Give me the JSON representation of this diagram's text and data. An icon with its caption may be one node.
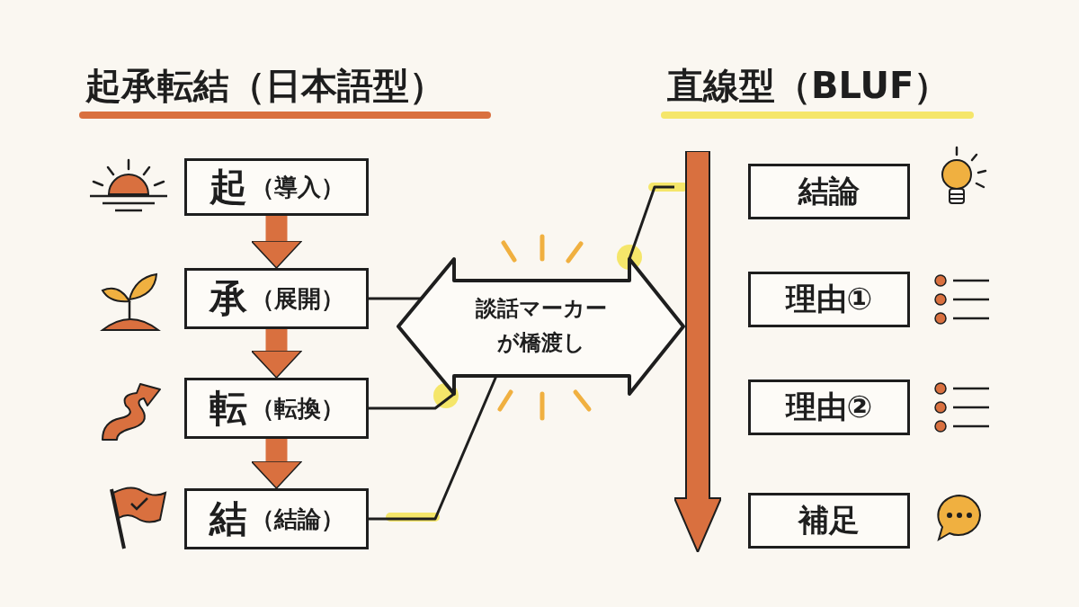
{
  "diagram": {
    "nodes": [
      {
        "text": [
          "起",
          "（導入）"
        ]
      },
      {
        "text": [
          "承",
          "（展開）"
        ]
      },
      {
        "text": [
          "転",
          "（転換）"
        ]
      },
      {
        "text": [
          "結",
          "（結論）"
        ]
      },
      {
        "text": [
          "談話マーカーが橋渡し"
        ]
      },
      {
        "text": [
          "結論"
        ]
      },
      {
        "text": [
          "理由①"
        ]
      },
      {
        "text": [
          "理由②"
        ]
      },
      {
        "text": [
          "補足"
        ]
      },
      {
        "text": [],
        "shape": "arrow"
      }
    ],
    "edges": [
      {
        "from": 0,
        "to": 1,
        "arrow": "to",
        "style": "thick",
        "color": "#d9703f"
      },
      {
        "from": 1,
        "to": 2,
        "arrow": "to",
        "style": "thick",
        "color": "#d9703f"
      },
      {
        "from": 2,
        "to": 3,
        "arrow": "to",
        "style": "thick",
        "color": "#d9703f"
      },
      {
        "from": 1,
        "to": 4,
        "arrow": "none"
      },
      {
        "from": 2,
        "to": 4,
        "arrow": "none"
      },
      {
        "from": 3,
        "to": 4,
        "arrow": "none"
      },
      {
        "from": 4,
        "to": 9,
        "arrow": "none"
      }
    ],
    "labels": [
      "起承転結（日本語型）",
      "直線型（BLUF）"
    ]
  }
}
